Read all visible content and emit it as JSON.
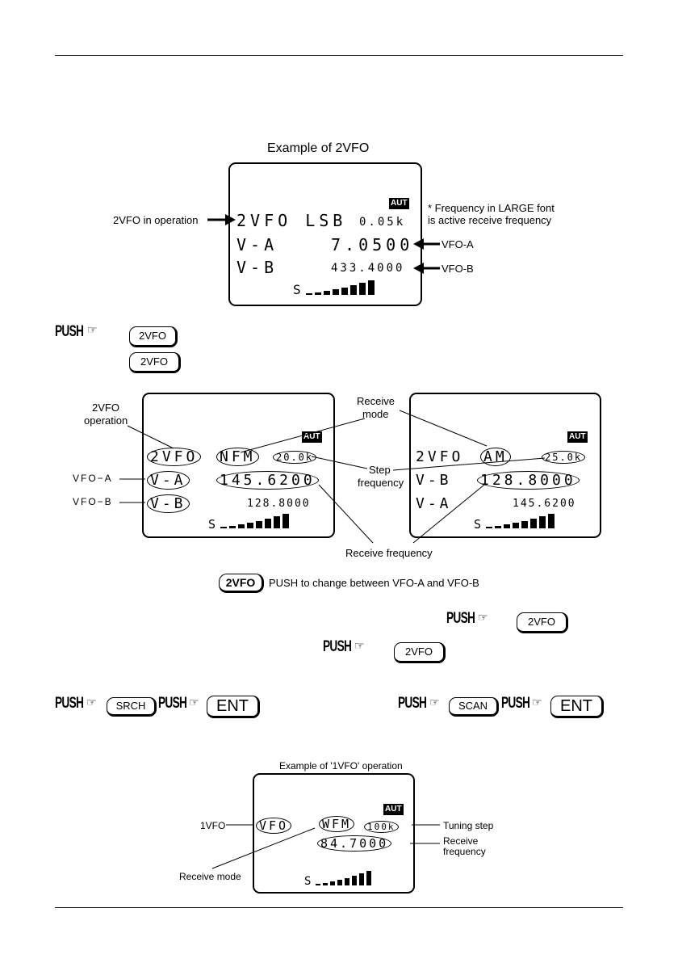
{
  "top_example": {
    "title": "Example of 2VFO",
    "aut": "AUT",
    "line1": "2VFO LSB",
    "step": "0.05k",
    "line2_label": "V-A",
    "line2_freq": "7.0500",
    "line3_label": "V-B",
    "line3_freq": "433.4000",
    "s_label": "S",
    "label_2vfo": "2VFO in operation",
    "note_line1": "* Frequency in LARGE font",
    "note_line2": "is active receive frequency",
    "label_vfoa": "VFO-A",
    "label_vfob": "VFO-B"
  },
  "push_text": "PUSH",
  "key_2vfo": "2VFO",
  "key_srch": "SRCH",
  "key_scan": "SCAN",
  "key_ent": "ENT",
  "middle": {
    "label_2vfo_op_1": "2VFO",
    "label_2vfo_op_2": "operation",
    "label_receive_mode_1": "Receive",
    "label_receive_mode_2": "mode",
    "label_step_1": "Step",
    "label_step_2": "frequency",
    "label_receive_freq": "Receive frequency",
    "label_vfoa": "VFO−A",
    "label_vfob": "VFO−B",
    "left": {
      "aut": "AUT",
      "vfo": "2VFO",
      "mode": "NFM",
      "step": "20.0k",
      "va": "V-A",
      "freq_main": "145.6200",
      "vb": "V-B",
      "freq_sub": "128.8000",
      "s_label": "S"
    },
    "right": {
      "aut": "AUT",
      "vfo": "2VFO",
      "mode": "AM",
      "step": "25.0k",
      "vb": "V-B",
      "freq_main": "128.8000",
      "va": "V-A",
      "freq_sub": "145.6200",
      "s_label": "S"
    },
    "caption_key": "2VFO",
    "caption": "PUSH to change between VFO-A and VFO-B"
  },
  "bottom_example": {
    "title": "Example of '1VFO' operation",
    "aut": "AUT",
    "vfo": "VFO",
    "mode": "WFM",
    "step": "100k",
    "freq": "84.7000",
    "s_label": "S",
    "label_1vfo": "1VFO",
    "label_receive_mode": "Receive mode",
    "label_tuning_step": "Tuning step",
    "label_receive_freq_1": "Receive",
    "label_receive_freq_2": "frequency"
  }
}
